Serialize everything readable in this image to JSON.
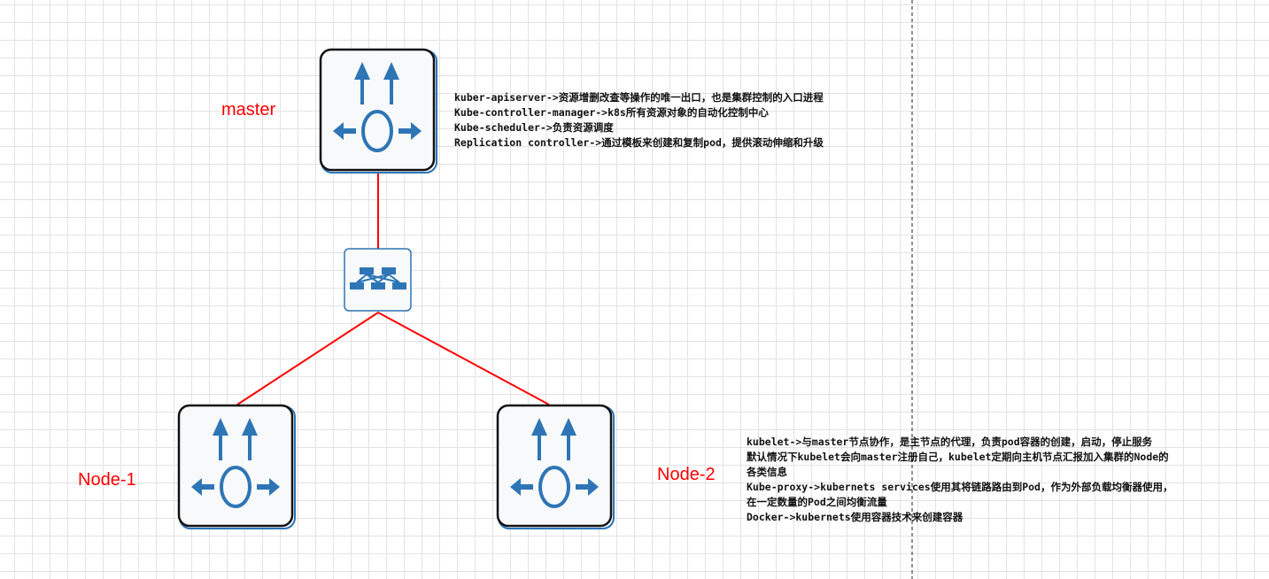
{
  "nodes": {
    "master": {
      "label": "master"
    },
    "node1": {
      "label": "Node-1"
    },
    "node2": {
      "label": "Node-2"
    }
  },
  "notes": {
    "master": [
      "kuber-apiserver->资源增删改查等操作的唯一出口，也是集群控制的入口进程",
      "Kube-controller-manager->k8s所有资源对象的自动化控制中心",
      "Kube-scheduler->负责资源调度",
      "Replication controller->通过模板来创建和复制pod，提供滚动伸缩和升级"
    ],
    "node": [
      "kubelet->与master节点协作，是主节点的代理，负责pod容器的创建，启动，停止服务",
      "默认情况下kubelet会向master注册自己，kubelet定期向主机节点汇报加入集群的Node的",
      "各类信息",
      "Kube-proxy->kubernets services使用其将链路路由到Pod，作为外部负载均衡器使用，",
      "在一定数量的Pod之间均衡流量",
      "Docker->kubernets使用容器技术来创建容器"
    ]
  },
  "colors": {
    "icon": "#2e75b6",
    "link": "#ff0000",
    "label": "#ff0000"
  }
}
